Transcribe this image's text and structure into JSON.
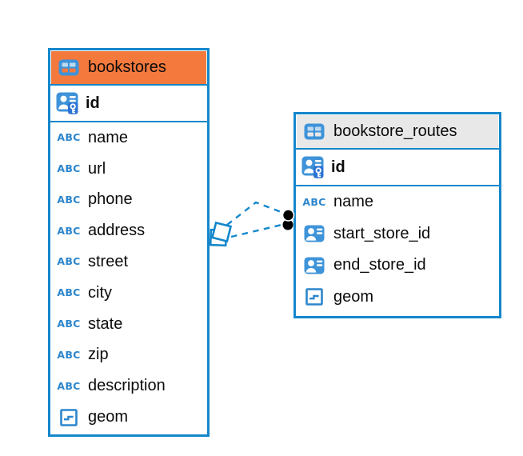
{
  "diagram": {
    "kind": "entity-relationship",
    "relation_count": 2,
    "relation_line_style": "dashed"
  },
  "colors": {
    "accent_blue": "#1487cb",
    "icon_blue": "#3e93d9",
    "abc_icon_blue": "#2d86cc",
    "bookstores_header_orange": "#f4793c",
    "routes_header_gray": "#e8e8e8",
    "relation_endpoint_black": "#000000",
    "canvas_background": "#ffffff"
  },
  "icons": {
    "text_type_label": "ABC"
  },
  "tables": [
    {
      "title": "bookstores",
      "primary_key": {
        "name": "id"
      },
      "columns": [
        {
          "name": "name",
          "type": "text"
        },
        {
          "name": "url",
          "type": "text"
        },
        {
          "name": "phone",
          "type": "text"
        },
        {
          "name": "address",
          "type": "text"
        },
        {
          "name": "street",
          "type": "text"
        },
        {
          "name": "city",
          "type": "text"
        },
        {
          "name": "state",
          "type": "text"
        },
        {
          "name": "zip",
          "type": "text"
        },
        {
          "name": "description",
          "type": "text"
        },
        {
          "name": "geom",
          "type": "geometry"
        }
      ]
    },
    {
      "title": "bookstore_routes",
      "primary_key": {
        "name": "id"
      },
      "columns": [
        {
          "name": "name",
          "type": "text"
        },
        {
          "name": "start_store_id",
          "type": "reference"
        },
        {
          "name": "end_store_id",
          "type": "reference"
        },
        {
          "name": "geom",
          "type": "geometry"
        }
      ]
    }
  ]
}
